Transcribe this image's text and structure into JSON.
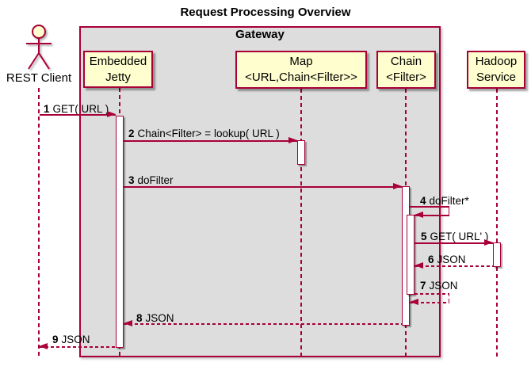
{
  "diagram_title": "Request Processing Overview",
  "frame": {
    "label": "Gateway"
  },
  "actor": {
    "label": "REST Client"
  },
  "participants": [
    {
      "id": "embedded-jetty",
      "lines": [
        "Embedded",
        "Jetty"
      ]
    },
    {
      "id": "map",
      "lines": [
        "Map",
        "<URL,Chain<Filter>>"
      ]
    },
    {
      "id": "chain",
      "lines": [
        "Chain",
        "<Filter>"
      ]
    },
    {
      "id": "hadoop-service",
      "lines": [
        "Hadoop",
        "Service"
      ]
    }
  ],
  "messages": [
    {
      "num": "1",
      "text": "GET( URL )",
      "style": "solid"
    },
    {
      "num": "2",
      "text": "Chain<Filter> = lookup( URL )",
      "style": "solid"
    },
    {
      "num": "3",
      "text": "doFilter",
      "style": "solid"
    },
    {
      "num": "4",
      "text": "doFilter*",
      "style": "solid-self"
    },
    {
      "num": "5",
      "text": "GET( URL' )",
      "style": "solid"
    },
    {
      "num": "6",
      "text": "JSON",
      "style": "dashed"
    },
    {
      "num": "7",
      "text": "JSON",
      "style": "dashed-self"
    },
    {
      "num": "8",
      "text": "JSON",
      "style": "dashed"
    },
    {
      "num": "9",
      "text": "JSON",
      "style": "dashed"
    }
  ],
  "colors": {
    "accent": "#A80036",
    "participant_fill": "#FEFECE",
    "frame_fill": "#DDDDDD",
    "activation_fill": "#FFFFFF",
    "text": "#000000"
  }
}
